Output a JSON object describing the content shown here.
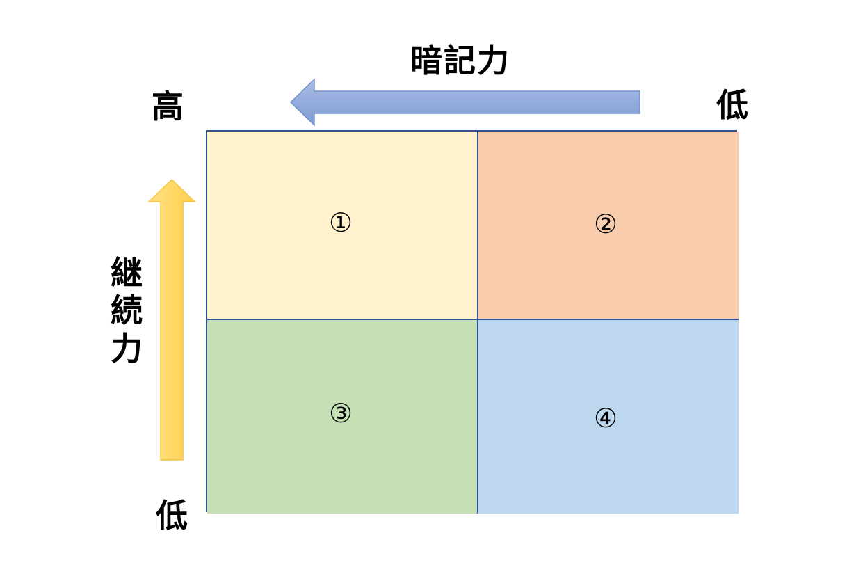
{
  "axes": {
    "x_title": "暗記力",
    "x_high": "高",
    "x_low": "低",
    "y_title": "継続力",
    "y_low": "低"
  },
  "quadrants": [
    {
      "label": "①",
      "color": "#fff2cc"
    },
    {
      "label": "②",
      "color": "#f8cbad"
    },
    {
      "label": "③",
      "color": "#c5e0b4"
    },
    {
      "label": "④",
      "color": "#bdd7ee"
    }
  ],
  "colors": {
    "grid_border": "#2f528f",
    "x_arrow": "#8faadc",
    "y_arrow": "#ffd966"
  }
}
